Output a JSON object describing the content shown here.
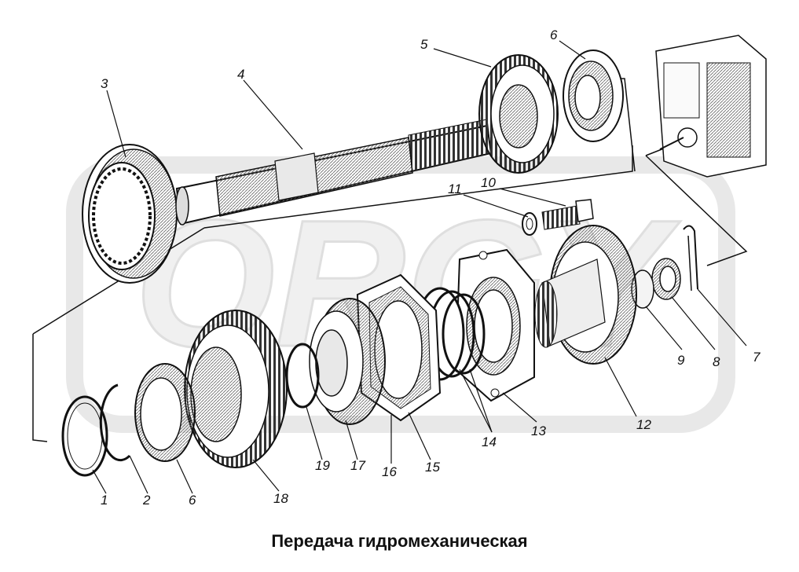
{
  "caption": "Передача гидромеханическая",
  "watermark": "ORGY",
  "callouts": {
    "c1": "1",
    "c2": "2",
    "c3": "3",
    "c4": "4",
    "c5": "5",
    "c6a": "6",
    "c6b": "6",
    "c7": "7",
    "c8": "8",
    "c9": "9",
    "c10": "10",
    "c11": "11",
    "c12": "12",
    "c13": "13",
    "c14": "14",
    "c15": "15",
    "c16": "16",
    "c17": "17",
    "c18": "18",
    "c19": "19"
  },
  "colors": {
    "ink": "#111111",
    "watermark": "#ececec",
    "shade": "#bdbdbd",
    "dark": "#555555"
  }
}
